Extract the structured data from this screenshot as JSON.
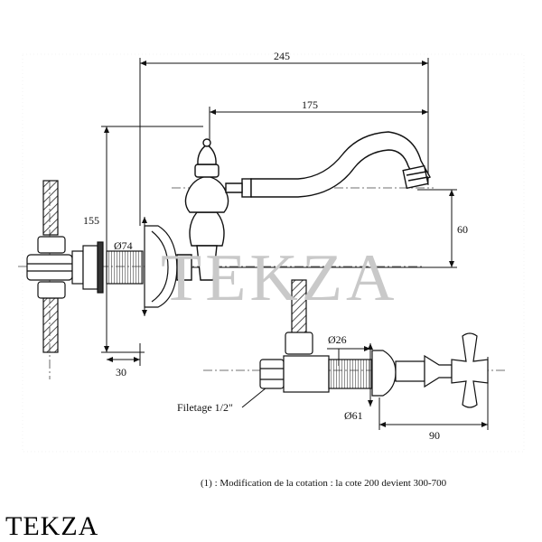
{
  "drawing": {
    "dimensions": {
      "d245": "245",
      "d175": "175",
      "d155": "155",
      "d60": "60",
      "d74": "Ø74",
      "d30": "30",
      "d26": "Ø26",
      "d61": "Ø61",
      "d90": "90"
    },
    "thread_label": "Filetage 1/2\"",
    "footnote": "(1) : Modification de la cotation : la cote 200 devient 300-700",
    "watermark": "TEKZA"
  },
  "brand": {
    "name": "TEKZA"
  },
  "colors": {
    "ink": "#111111",
    "watermark": "#c9c9c9",
    "background": "#ffffff"
  }
}
